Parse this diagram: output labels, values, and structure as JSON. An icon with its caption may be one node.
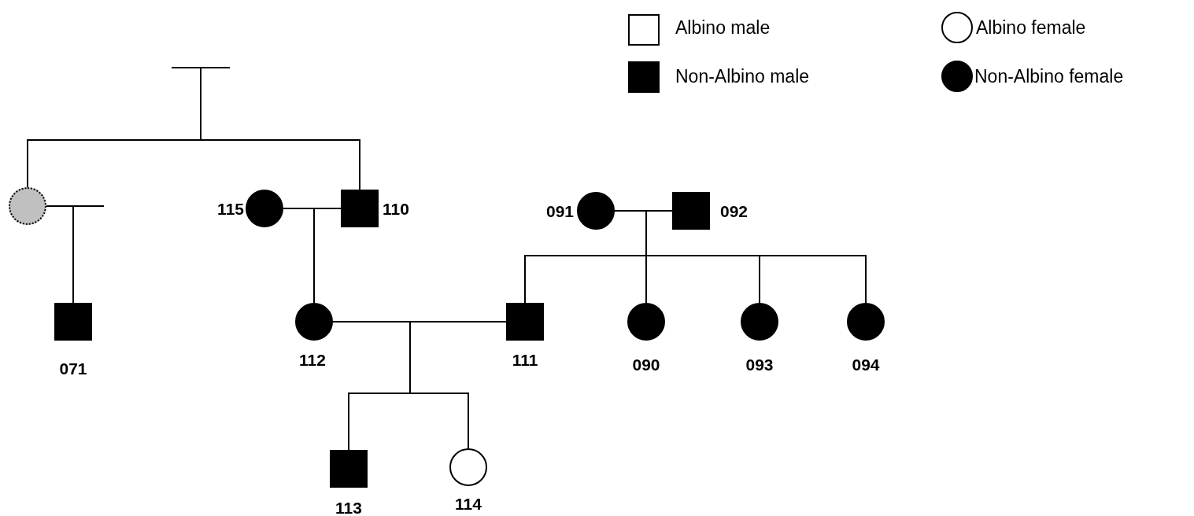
{
  "diagram": {
    "nodes": [
      {
        "text": [],
        "shape": "bar"
      },
      {
        "text": [],
        "shape": "circle"
      },
      {
        "text": [],
        "shape": "circle",
        "beside": [
          "115"
        ]
      },
      {
        "text": [],
        "shape": "box",
        "beside": [
          "110"
        ]
      },
      {
        "text": [],
        "shape": "circle",
        "beside": [
          "091"
        ]
      },
      {
        "text": [],
        "shape": "box",
        "beside": [
          "092"
        ]
      },
      {
        "text": [],
        "shape": "box",
        "beside": [
          "071"
        ]
      },
      {
        "text": [],
        "shape": "circle",
        "beside": [
          "112"
        ]
      },
      {
        "text": [],
        "shape": "box",
        "beside": [
          "111"
        ]
      },
      {
        "text": [],
        "shape": "circle",
        "beside": [
          "090"
        ]
      },
      {
        "text": [],
        "shape": "circle",
        "beside": [
          "093"
        ]
      },
      {
        "text": [],
        "shape": "circle",
        "beside": [
          "094"
        ]
      },
      {
        "text": [],
        "shape": "box",
        "beside": [
          "113"
        ]
      },
      {
        "text": [],
        "shape": "circle",
        "beside": [
          "114"
        ]
      }
    ],
    "edges": [
      {
        "from": 0,
        "to": 1,
        "arrow": "none"
      },
      {
        "from": 0,
        "to": 3,
        "arrow": "none"
      },
      {
        "from": 1,
        "to": 6,
        "arrow": "none"
      },
      {
        "from": 2,
        "to": 7,
        "arrow": "none"
      },
      {
        "from": 3,
        "to": 7,
        "arrow": "none"
      },
      {
        "from": 4,
        "to": 8,
        "arrow": "none"
      },
      {
        "from": 5,
        "to": 8,
        "arrow": "none"
      },
      {
        "from": 4,
        "to": 9,
        "arrow": "none"
      },
      {
        "from": 5,
        "to": 9,
        "arrow": "none"
      },
      {
        "from": 4,
        "to": 10,
        "arrow": "none"
      },
      {
        "from": 5,
        "to": 10,
        "arrow": "none"
      },
      {
        "from": 4,
        "to": 11,
        "arrow": "none"
      },
      {
        "from": 5,
        "to": 11,
        "arrow": "none"
      },
      {
        "from": 7,
        "to": 12,
        "arrow": "none"
      },
      {
        "from": 8,
        "to": 12,
        "arrow": "none"
      },
      {
        "from": 7,
        "to": 13,
        "arrow": "none"
      },
      {
        "from": 8,
        "to": 13,
        "arrow": "none"
      }
    ],
    "legend": [
      {
        "text": "Albino male"
      },
      {
        "text": "Albino female"
      },
      {
        "text": "Non-Albino male"
      },
      {
        "text": "Non-Albino female"
      }
    ]
  }
}
